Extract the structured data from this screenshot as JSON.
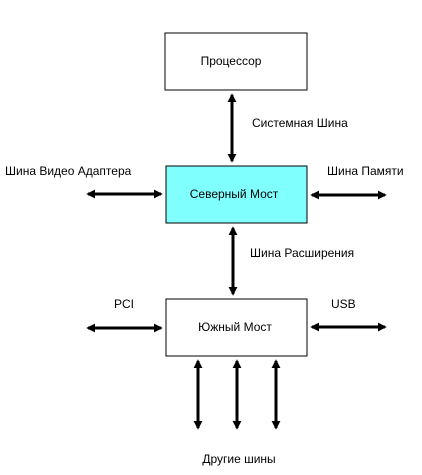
{
  "diagram": {
    "blocks": {
      "cpu": "Процессор",
      "northbridge": "Северный Мост",
      "southbridge": "Южный Мост"
    },
    "buses": {
      "system_bus": "Системная Шина",
      "video_bus": "Шина Видео Адаптера",
      "memory_bus": "Шина Памяти",
      "expansion_bus": "Шина Расширения",
      "pci": "PCI",
      "usb": "USB",
      "other_buses": "Другие шины"
    },
    "colors": {
      "northbridge_fill": "#80ffff",
      "box_fill": "#ffffff",
      "stroke": "#000000"
    }
  }
}
